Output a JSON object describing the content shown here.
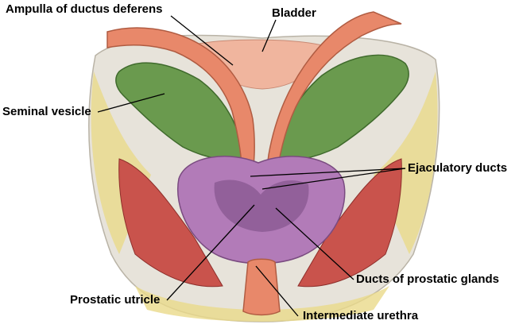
{
  "figure": {
    "colors": {
      "background": "#ffffff",
      "ducts": "#e8886a",
      "vesicles": "#6a9a4e",
      "prostate": "#b27bb8",
      "muscle": "#c9534c",
      "fat": "#e9d46c",
      "fascia": "#e6e3dc",
      "leader": "#000000"
    },
    "labels": {
      "ampulla": "Ampulla of ductus deferens",
      "bladder": "Bladder",
      "seminal_vesicle": "Seminal vesicle",
      "ejaculatory_ducts": "Ejaculatory ducts",
      "prostatic_glands": "Ducts of prostatic glands",
      "prostatic_utricle": "Prostatic utricle",
      "urethra": "Intermediate urethra"
    }
  }
}
